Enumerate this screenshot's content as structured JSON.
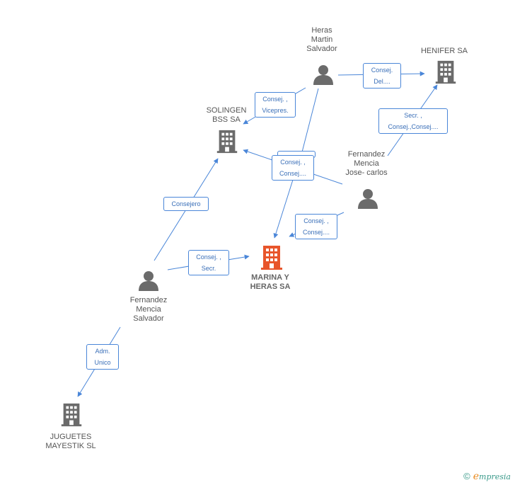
{
  "nodes": {
    "marina": {
      "label_1": "MARINA Y",
      "label_2": "HERAS SA",
      "icon": "building-icon",
      "color": "#e8552b"
    },
    "henifer": {
      "label": "HENIFER SA",
      "icon": "building-icon"
    },
    "solingen": {
      "label_1": "SOLINGEN",
      "label_2": "BSS SA",
      "icon": "building-icon"
    },
    "juguetes": {
      "label_1": "JUGUETES",
      "label_2": "MAYESTIK  SL",
      "icon": "building-icon"
    },
    "heras": {
      "label_1": "Heras",
      "label_2": "Martin",
      "label_3": "Salvador",
      "icon": "person-icon"
    },
    "fmjc": {
      "label_1": "Fernandez",
      "label_2": "Mencia",
      "label_3": "Jose- carlos",
      "icon": "person-icon"
    },
    "fms": {
      "label_1": "Fernandez",
      "label_2": "Mencia",
      "label_3": "Salvador",
      "icon": "person-icon"
    }
  },
  "edges": {
    "heras_henifer": {
      "line1": "Consej.",
      "line2": "Del...."
    },
    "heras_solingen": {
      "line1": "Consej. ,",
      "line2": "Vicepres."
    },
    "fmjc_henifer": {
      "line1": "Secr. ,",
      "line2": "Consej.,Consej...."
    },
    "fmjc_solingen": {
      "line1": "Consej. ,",
      "line2": "Consej...."
    },
    "fmjc_marina": {
      "line1": "Consej. ,",
      "line2": "Consej...."
    },
    "fms_solingen": {
      "line1": "Consejero"
    },
    "fms_marina": {
      "line1": "Consej. ,",
      "line2": "Secr."
    },
    "fms_juguetes": {
      "line1": "Adm.",
      "line2": "Unico"
    }
  },
  "colors": {
    "edge": "#4a86d8",
    "icon_gray": "#6b6b6b",
    "main_icon": "#e8552b"
  },
  "footer": {
    "copyright": "©",
    "brand_first": "e",
    "brand_rest": "mpresia"
  }
}
